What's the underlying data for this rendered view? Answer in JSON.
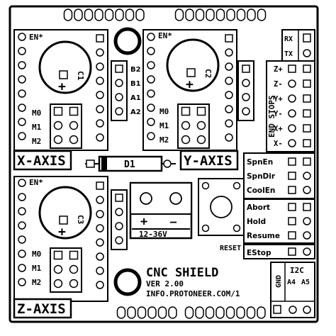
{
  "axes": {
    "x": {
      "label": "X-AXIS",
      "cap": "C1"
    },
    "y": {
      "label": "Y-AXIS",
      "cap": "C2"
    },
    "z": {
      "label": "Z-AXIS",
      "cap": "C3"
    }
  },
  "driver": {
    "enable": "EN*",
    "plus": "+",
    "microstep": [
      "M0",
      "M1",
      "M2"
    ]
  },
  "motor_pins": [
    "B2",
    "B1",
    "A1",
    "A2"
  ],
  "diode": "D1",
  "power": {
    "plus": "+",
    "minus": "—",
    "range": "12-36V"
  },
  "reset": "RESET",
  "end_stops": {
    "title": "END STOPS",
    "pins": [
      "Z+",
      "Z-",
      "Y+",
      "Y-",
      "X+",
      "X-"
    ]
  },
  "serial": [
    "RX",
    "TX"
  ],
  "spindle": [
    "SpnEn",
    "SpnDir",
    "CoolEn"
  ],
  "control": [
    "Abort",
    "Hold",
    "Resume"
  ],
  "estop": "EStop",
  "i2c": {
    "title": "I2C",
    "gnd": "GND",
    "a4": "A4",
    "a5": "A5"
  },
  "info": {
    "title": "CNC SHIELD",
    "version": "VER 2.00",
    "url": "INFO.PROTONEER.COM/1"
  }
}
